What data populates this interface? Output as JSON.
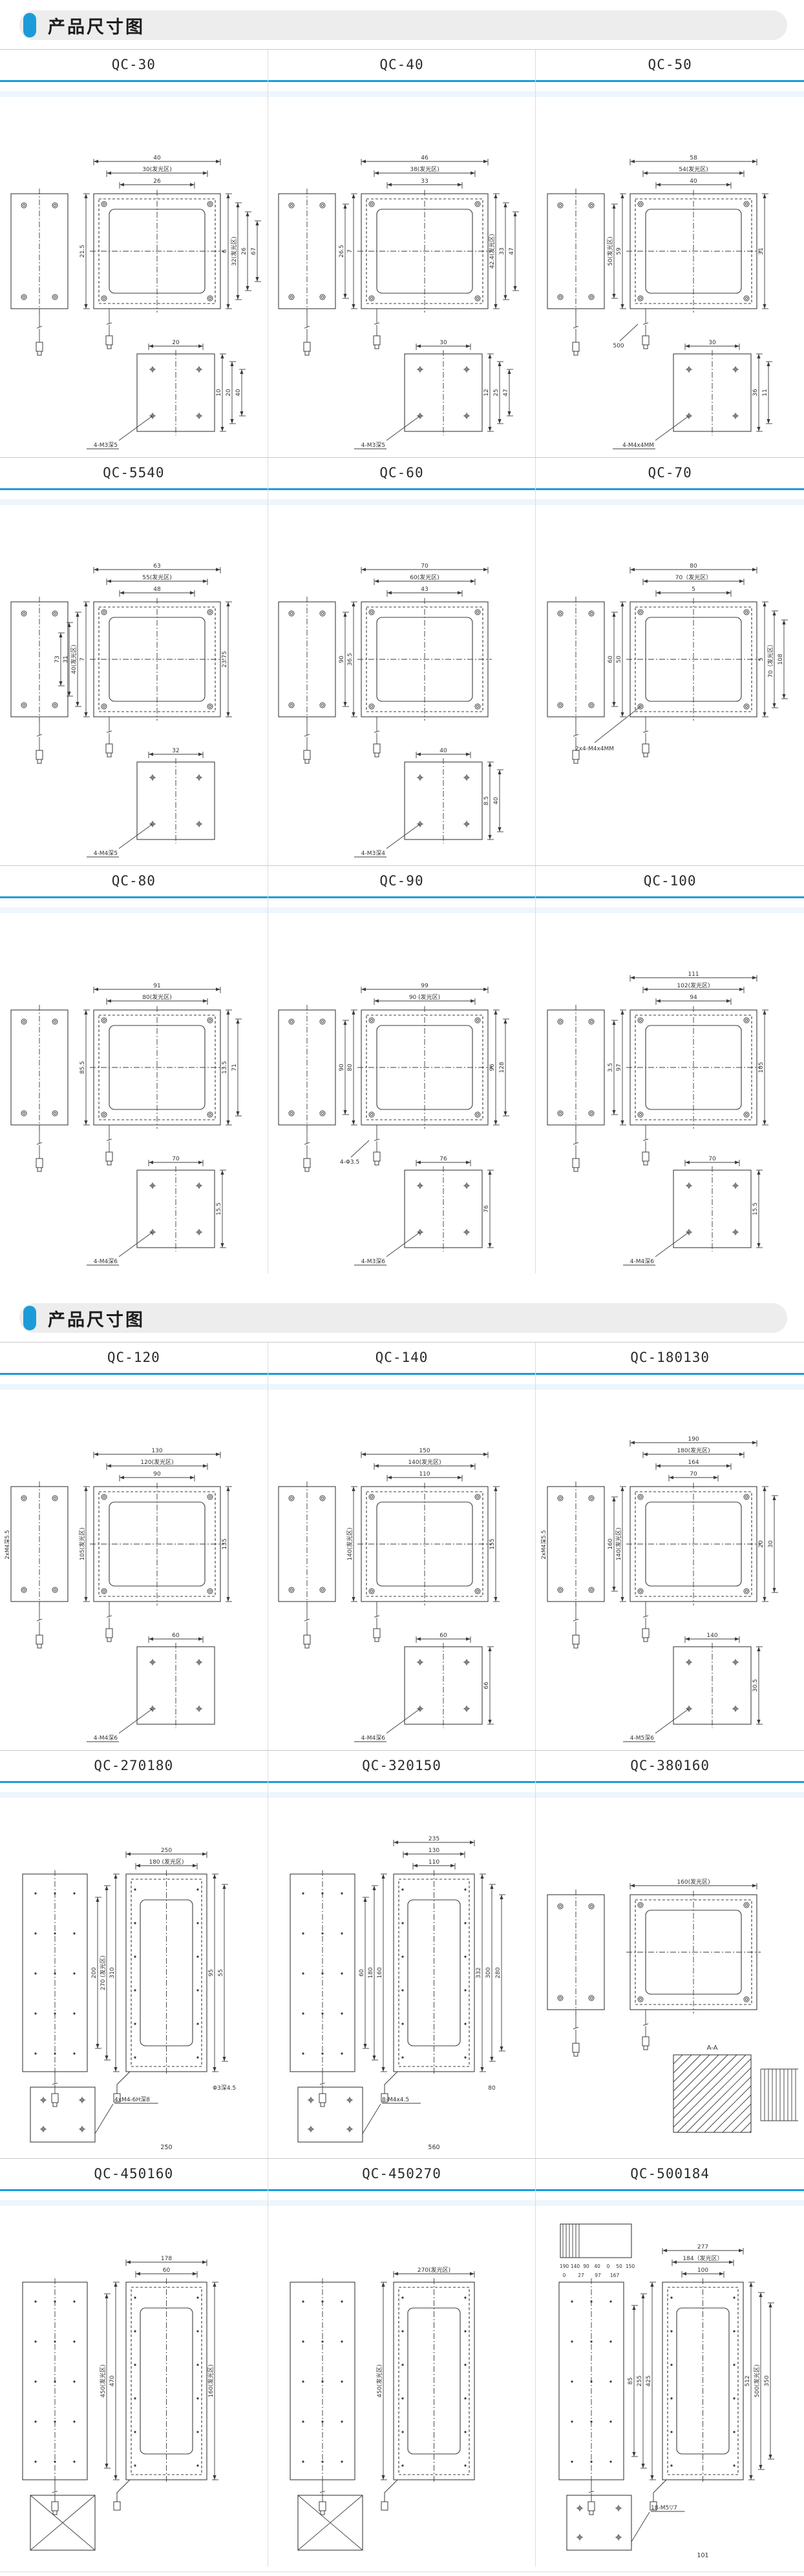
{
  "colors": {
    "accent": "#1b9cd9",
    "header_bg": "#ededed",
    "row_line": "#c9c9c9",
    "column_line": "#dcdcdc",
    "tint": "#edf6fc",
    "stroke": "#3b3b3b"
  },
  "sections": [
    {
      "heading": "产品尺寸图",
      "row_cells": [
        [
          0,
          1,
          2
        ],
        [
          3,
          4,
          5
        ],
        [
          6,
          7,
          8
        ]
      ]
    },
    {
      "heading": "产品尺寸图",
      "row_cells": [
        [
          9,
          10,
          11
        ],
        [
          12,
          13,
          14
        ],
        [
          15,
          16,
          17
        ]
      ]
    }
  ],
  "cells": [
    {
      "title": "QC-30",
      "variant": "standard",
      "dims": {
        "top": [
          "40",
          "30(发光区)",
          "26"
        ],
        "left": [
          "21.5"
        ],
        "right": [
          "6",
          "32(发光区)",
          "26",
          "67"
        ]
      },
      "bottom": {
        "top": [
          "20"
        ],
        "right": [
          "10",
          "20",
          "40"
        ],
        "thread": "4-M3深5",
        "below": "",
        "cross": false
      },
      "labels": {
        "side": "",
        "extra": ""
      }
    },
    {
      "title": "QC-40",
      "variant": "standard",
      "dims": {
        "top": [
          "46",
          "38(发光区)",
          "33"
        ],
        "left": [
          "7",
          "26.5"
        ],
        "right": [
          "42.4(发光区)",
          "33",
          "47"
        ]
      },
      "bottom": {
        "top": [
          "30"
        ],
        "right": [
          "12",
          "25",
          "47"
        ],
        "thread": "4-M3深5",
        "below": "",
        "cross": false
      },
      "labels": {
        "side": "",
        "extra": ""
      }
    },
    {
      "title": "QC-50",
      "variant": "standard",
      "dims": {
        "top": [
          "58",
          "54(发光区)",
          "40"
        ],
        "left": [
          "59",
          "50(发光区)"
        ],
        "right": [
          "31"
        ]
      },
      "bottom": {
        "top": [
          "30"
        ],
        "right": [
          "36",
          "11"
        ],
        "thread": "4-M4x4MM",
        "below": "",
        "cross": false
      },
      "labels": {
        "side": "",
        "extra": "500"
      }
    },
    {
      "title": "QC-5540",
      "variant": "standard",
      "dims": {
        "top": [
          "63",
          "55(发光区)",
          "48"
        ],
        "left": [
          "7",
          "40(发光区)",
          "31",
          "73"
        ],
        "right": [
          "23.75"
        ]
      },
      "bottom": {
        "top": [
          "32"
        ],
        "right": [],
        "thread": "4-M4深5",
        "below": "",
        "cross": false
      },
      "labels": {
        "side": "",
        "extra": ""
      }
    },
    {
      "title": "QC-60",
      "variant": "standard",
      "dims": {
        "top": [
          "70",
          "60(发光区)",
          "43"
        ],
        "left": [
          "36.5",
          "90"
        ],
        "right": []
      },
      "bottom": {
        "top": [
          "40"
        ],
        "right": [
          "8.5",
          "40"
        ],
        "thread": "4-M3深4",
        "below": "",
        "cross": false
      },
      "labels": {
        "side": "",
        "extra": ""
      }
    },
    {
      "title": "QC-70",
      "variant": "standard",
      "dims": {
        "top": [
          "80",
          "70（发光区）",
          "5"
        ],
        "left": [
          "50",
          "60"
        ],
        "right": [
          "5",
          "70（发光区）",
          "108"
        ]
      },
      "bottom": {
        "top": [],
        "right": [],
        "thread": "2x4-M4x4MM",
        "below": "",
        "cross": false
      },
      "labels": {
        "side": "",
        "extra": ""
      }
    },
    {
      "title": "QC-80",
      "variant": "standard",
      "dims": {
        "top": [
          "91",
          "80(发光区)"
        ],
        "left": [
          "85.5"
        ],
        "right": [
          "13.5",
          "71"
        ]
      },
      "bottom": {
        "top": [
          "70"
        ],
        "right": [
          "15.5"
        ],
        "thread": "4-M4深6",
        "below": "",
        "cross": false
      },
      "labels": {
        "side": "",
        "extra": ""
      }
    },
    {
      "title": "QC-90",
      "variant": "standard",
      "dims": {
        "top": [
          "99",
          "90 (发光区)"
        ],
        "left": [
          "80",
          "90"
        ],
        "right": [
          "96",
          "128"
        ]
      },
      "bottom": {
        "top": [
          "76"
        ],
        "right": [
          "76"
        ],
        "thread": "4-M3深6",
        "below": "",
        "cross": false
      },
      "labels": {
        "side": "",
        "extra": "4-Φ3.5"
      }
    },
    {
      "title": "QC-100",
      "variant": "standard",
      "dims": {
        "top": [
          "111",
          "102(发光区)",
          "94"
        ],
        "left": [
          "97",
          "3.5"
        ],
        "right": [
          "105"
        ]
      },
      "bottom": {
        "top": [
          "70"
        ],
        "right": [
          "15.5"
        ],
        "thread": "4-M4深6",
        "below": "",
        "cross": false
      },
      "labels": {
        "side": "",
        "extra": ""
      }
    },
    {
      "title": "QC-120",
      "variant": "standard",
      "dims": {
        "top": [
          "130",
          "120(发光区)",
          "90"
        ],
        "left": [
          "105(发光区)"
        ],
        "right": [
          "135"
        ]
      },
      "bottom": {
        "top": [
          "60"
        ],
        "right": [],
        "thread": "4-M4深6",
        "below": "",
        "cross": false
      },
      "labels": {
        "side": "2xM4深5.5",
        "extra": ""
      }
    },
    {
      "title": "QC-140",
      "variant": "standard",
      "dims": {
        "top": [
          "150",
          "140(发光区)",
          "110"
        ],
        "left": [
          "140(发光区)"
        ],
        "right": [
          "155"
        ]
      },
      "bottom": {
        "top": [
          "60"
        ],
        "right": [
          "66"
        ],
        "thread": "4-M4深6",
        "below": "",
        "cross": false
      },
      "labels": {
        "side": "",
        "extra": ""
      }
    },
    {
      "title": "QC-180130",
      "variant": "standard",
      "dims": {
        "top": [
          "190",
          "180(发光区)",
          "164",
          "70"
        ],
        "left": [
          "140(发光区)",
          "160"
        ],
        "right": [
          "20",
          "30"
        ]
      },
      "bottom": {
        "top": [
          "140"
        ],
        "right": [
          "30.5"
        ],
        "thread": "4-M5深6",
        "below": "",
        "cross": false
      },
      "labels": {
        "side": "2xM4深5.5",
        "extra": ""
      }
    },
    {
      "title": "QC-270180",
      "variant": "tall",
      "dims": {
        "top": [
          "250",
          "180 (发光区)"
        ],
        "left": [
          "310",
          "270 (发光区)",
          "200"
        ],
        "right": [
          "95",
          "55"
        ]
      },
      "bottom": {
        "top": [],
        "right": [],
        "thread": "4xM4-6H深8",
        "below": "250",
        "cross": false
      },
      "labels": {
        "side": "",
        "extra": "Φ3深4.5"
      }
    },
    {
      "title": "QC-320150",
      "variant": "tall",
      "dims": {
        "top": [
          "235",
          "130",
          "110"
        ],
        "left": [
          "160",
          "180",
          "60"
        ],
        "right": [
          "332",
          "300",
          "280"
        ]
      },
      "bottom": {
        "top": [],
        "right": [],
        "thread": "8-M4x4.5",
        "below": "560",
        "cross": false
      },
      "labels": {
        "side": "",
        "extra": "80"
      }
    },
    {
      "title": "QC-380160",
      "variant": "standard",
      "hatch": true,
      "dims": {
        "top": [
          "160(发光区)"
        ],
        "left": [],
        "right": []
      },
      "bottom": {
        "top": [],
        "right": [],
        "thread": "",
        "below": "",
        "cross": false
      },
      "labels": {
        "side": "",
        "extra": "A-A"
      }
    },
    {
      "title": "QC-450160",
      "variant": "tall",
      "dims": {
        "top": [
          "178",
          "60"
        ],
        "left": [
          "470",
          "450(发光区)"
        ],
        "right": [
          "160(发光区)"
        ]
      },
      "bottom": {
        "top": [],
        "right": [],
        "thread": "",
        "below": "",
        "cross": true
      },
      "labels": {
        "side": "",
        "extra": ""
      }
    },
    {
      "title": "QC-450270",
      "variant": "tall",
      "dims": {
        "top": [
          "270(发光区)"
        ],
        "left": [
          "450(发光区)"
        ],
        "right": []
      },
      "bottom": {
        "top": [],
        "right": [],
        "thread": "",
        "below": "",
        "cross": true
      },
      "labels": {
        "side": "",
        "extra": ""
      }
    },
    {
      "title": "QC-500184",
      "variant": "tall",
      "dims": {
        "top": [
          "277",
          "184（发光区）",
          "100"
        ],
        "left": [
          "425",
          "255",
          "85"
        ],
        "right": [
          "512",
          "500(发光区)",
          "350"
        ]
      },
      "top_axis": [
        "190",
        "140",
        "90",
        "40",
        "0",
        "50",
        "150"
      ],
      "left_axis": [
        "0",
        "27",
        "97",
        "167"
      ],
      "bottom": {
        "top": [],
        "right": [],
        "thread": "18-M5▽7",
        "below": "101",
        "cross": false
      },
      "labels": {
        "side": "",
        "extra": ""
      }
    }
  ]
}
